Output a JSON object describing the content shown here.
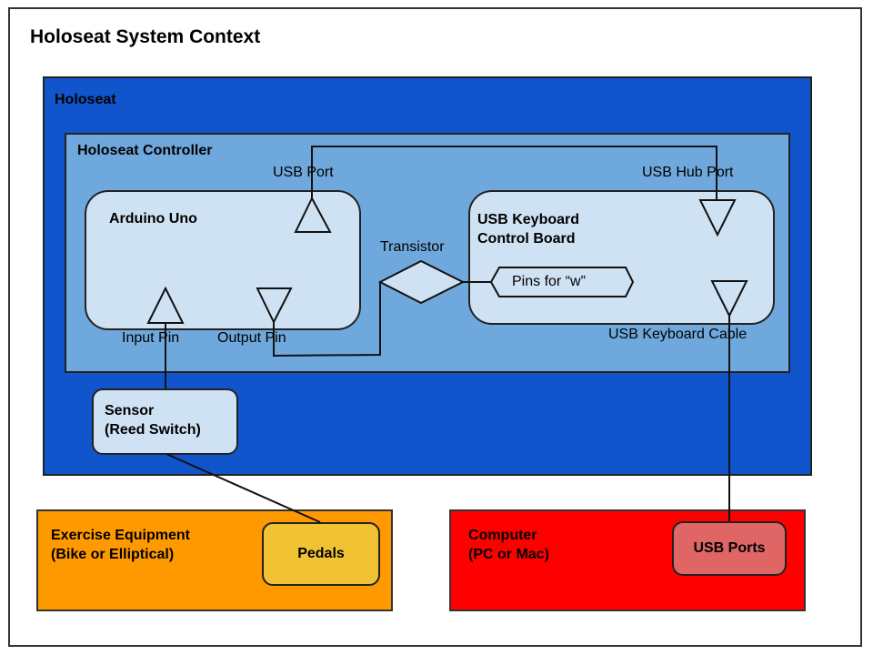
{
  "diagram": {
    "title": "Holoseat System Context",
    "holoseat": {
      "label": "Holoseat",
      "color": "#1155cc",
      "controller": {
        "label": "Holoseat Controller",
        "color": "#6fa8dc",
        "arduino": {
          "label": "Arduino Uno",
          "ports": {
            "usb_port": "USB  Port",
            "input_pin": "Input  Pin",
            "output_pin": "Output  Pin"
          }
        },
        "transistor": {
          "label": "Transistor"
        },
        "keyboard_board": {
          "label_line1": "USB Keyboard",
          "label_line2": "Control Board",
          "pins": "Pins for “w”",
          "ports": {
            "usb_hub_port": "USB Hub  Port",
            "usb_keyboard_cable": "USB Keyboard  Cable"
          }
        }
      },
      "sensor": {
        "label_line1": "Sensor",
        "label_line2": "(Reed Switch)"
      }
    },
    "exercise_equipment": {
      "label_line1": "Exercise Equipment",
      "label_line2": "(Bike or Elliptical)",
      "color": "#ff9900",
      "pedals": {
        "label": "Pedals",
        "color": "#f1c232"
      }
    },
    "computer": {
      "label_line1": "Computer",
      "label_line2": "(PC or Mac)",
      "color": "#ff0000",
      "usb_ports": {
        "label": "USB Ports",
        "color": "#e06666"
      }
    },
    "connections": [
      {
        "from": "arduino.usb_port",
        "to": "keyboard_board.usb_hub_port"
      },
      {
        "from": "arduino.output_pin",
        "to": "transistor"
      },
      {
        "from": "transistor",
        "to": "keyboard_board.pins"
      },
      {
        "from": "sensor",
        "to": "arduino.input_pin"
      },
      {
        "from": "sensor",
        "to": "pedals"
      },
      {
        "from": "keyboard_board.usb_keyboard_cable",
        "to": "computer.usb_ports"
      }
    ]
  }
}
